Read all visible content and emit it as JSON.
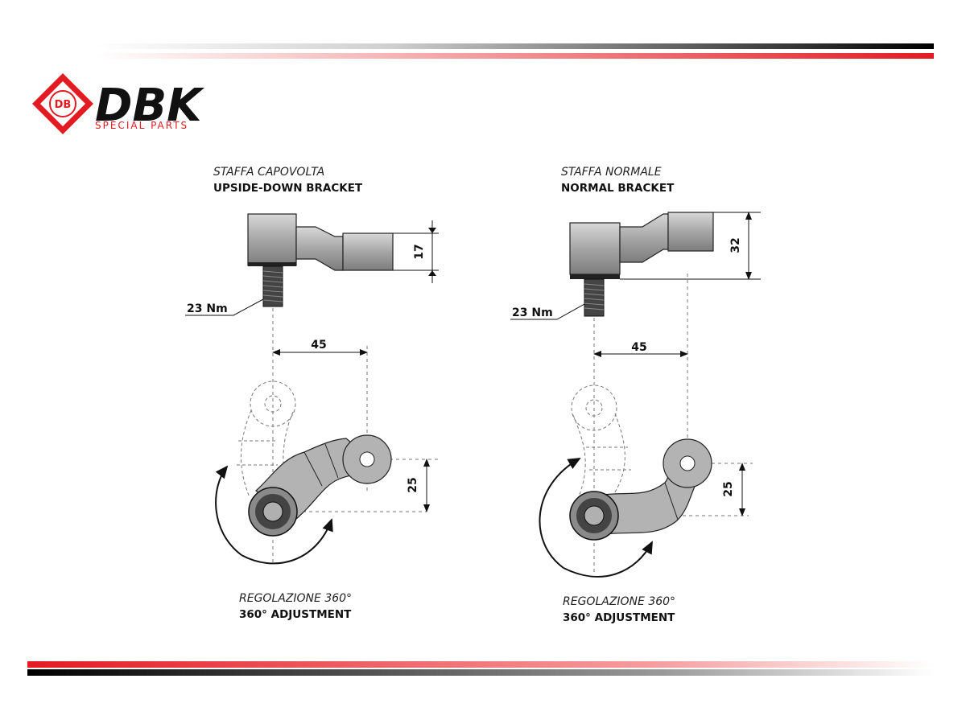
{
  "logo": {
    "mark": "DB",
    "name": "DBK",
    "tagline": "SPECIAL PARTS"
  },
  "left": {
    "title_it": "STAFFA CAPOVOLTA",
    "title_en": "UPSIDE-DOWN BRACKET",
    "height_dim": "17",
    "torque": "23 Nm",
    "horizontal_dim": "45",
    "vertical_dim": "25",
    "adjust_it": "REGOLAZIONE 360°",
    "adjust_en": "360° ADJUSTMENT"
  },
  "right": {
    "title_it": "STAFFA NORMALE",
    "title_en": "NORMAL BRACKET",
    "height_dim": "32",
    "torque": "23 Nm",
    "horizontal_dim": "45",
    "vertical_dim": "25",
    "adjust_it": "REGOLAZIONE 360°",
    "adjust_en": "360° ADJUSTMENT"
  },
  "colors": {
    "brand_red": "#e31b23",
    "brand_black": "#111111",
    "part_grey": "#aaaaaa"
  }
}
